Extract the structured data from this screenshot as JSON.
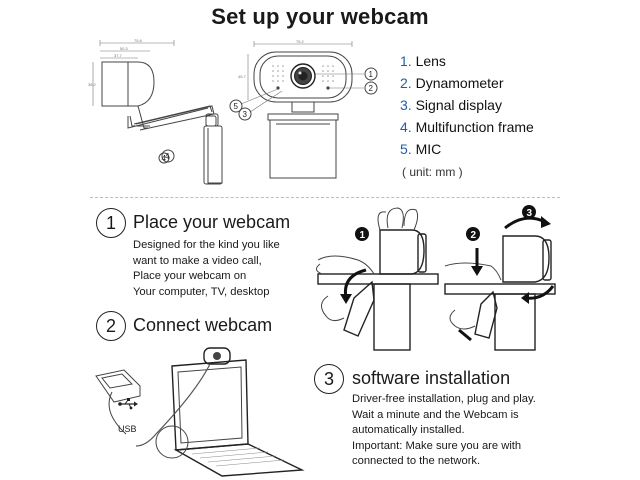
{
  "title": "Set up your webcam",
  "parts": [
    {
      "num": "1.",
      "label": "Lens"
    },
    {
      "num": "2.",
      "label": "Dynamometer"
    },
    {
      "num": "3.",
      "label": "Signal display"
    },
    {
      "num": "4.",
      "label": "Multifunction frame"
    },
    {
      "num": "5.",
      "label": "MIC"
    }
  ],
  "unit_note": "( unit: mm )",
  "callouts": [
    "1",
    "2",
    "3",
    "4",
    "5"
  ],
  "dimensions": [
    "75.8",
    "50.3",
    "37.7",
    "38.2",
    "75.2",
    "45.7"
  ],
  "steps": [
    {
      "number": "1",
      "heading": "Place your webcam",
      "lines": [
        "Designed for the kind you like",
        "want to make a video call,",
        "Place your webcam on",
        "Your computer, TV, desktop"
      ]
    },
    {
      "number": "2",
      "heading": "Connect webcam"
    },
    {
      "number": "3",
      "heading": "software installation",
      "lines": [
        "Driver-free installation, plug and play.",
        "Wait a minute and the Webcam is",
        "automatically installed.",
        "Important: Make sure you are with",
        "connected to the network."
      ]
    }
  ],
  "illustration_steps": [
    "1",
    "2",
    "3"
  ],
  "usb_label": "USB"
}
